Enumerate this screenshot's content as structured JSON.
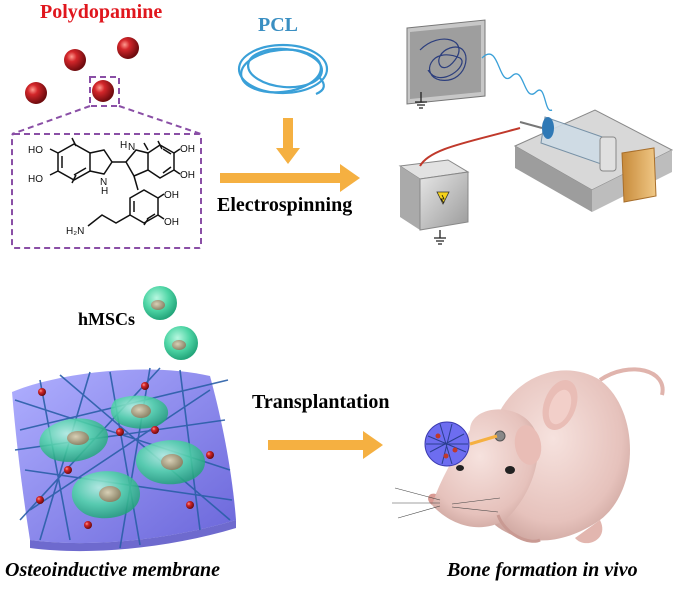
{
  "labels": {
    "polydopamine": "Polydopamine",
    "pcl": "PCL",
    "electrospinning": "Electrospinning",
    "hmscs": "hMSCs",
    "transplantation": "Transplantation",
    "osteoinductive_membrane": "Osteoinductive membrane",
    "bone_formation": "Bone formation in vivo"
  },
  "structure_labels": {
    "ho_top_left": "HO",
    "ho_bottom_left": "HO",
    "nh_left": "N",
    "h_left": "H",
    "nh_right": "N",
    "h_right": "H",
    "oh_top_right": "OH",
    "oh_mid_right": "OH",
    "oh_lower_right": "OH",
    "oh_bottom_right": "OH",
    "amine": "H₂N"
  },
  "colors": {
    "nanoparticle": "#b01a1e",
    "pcl_fiber": "#3aa0d8",
    "arrow": "#f5b041",
    "dashed_box": "#8a4fa6",
    "cell": "#4fd2a0",
    "membrane": "#7d7df0",
    "mouse": "#e9c9c4"
  },
  "icons": [
    "high-voltage-icon",
    "ground-icon",
    "syringe-pump-icon",
    "mouse-icon"
  ]
}
